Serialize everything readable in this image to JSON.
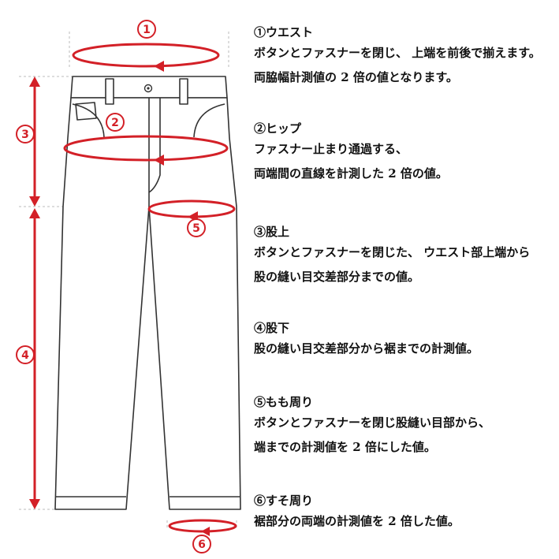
{
  "diagram": {
    "markers": [
      "①",
      "②",
      "③",
      "④",
      "⑤",
      "⑥"
    ]
  },
  "sections": [
    {
      "title": "①ウエスト",
      "lines": [
        "ボタンとファスナーを閉じ、 上端を前後で揃えます。",
        "両脇幅計測値の 2 倍の値となります。"
      ]
    },
    {
      "title": "②ヒップ",
      "lines": [
        "ファスナー止まり通過する、",
        "両端間の直線を計測した 2 倍の値。"
      ]
    },
    {
      "title": "③股上",
      "lines": [
        "ボタンとファスナーを閉じた、 ウエスト部上端から",
        "股の縫い目交差部分までの値。"
      ]
    },
    {
      "title": "④股下",
      "lines": [
        "股の縫い目交差部分から裾までの計測値。"
      ]
    },
    {
      "title": "⑤もも周り",
      "lines": [
        "ボタンとファスナーを閉じ股縫い目部から、",
        "端までの計測値を 2 倍にした値。"
      ]
    },
    {
      "title": "⑥すそ周り",
      "lines": [
        "裾部分の両端の計測値を 2 倍した値。"
      ]
    }
  ],
  "colors": {
    "accent": "#d32027",
    "outline": "#333333",
    "guide": "#bbbbbb"
  }
}
